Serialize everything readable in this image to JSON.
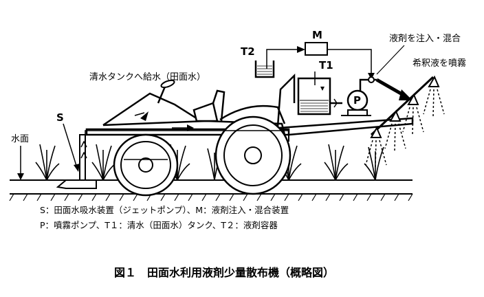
{
  "labels": {
    "m": "M",
    "t2": "T2",
    "t1": "T1",
    "s": "S",
    "p": "P",
    "water_surface": "水面",
    "clean_water_supply": "清水タンクへ給水（田面水）",
    "inject_mix": "液剤を注入・混合",
    "spray_diluted": "希釈液を噴霧"
  },
  "legend": {
    "line1": "S：田面水吸水装置（ジェットポンプ）、M：液剤注入・混合装置",
    "line2": "P：噴霧ポンプ、T１：清水（田面水）タンク、T２：液剤容器"
  },
  "caption": "図１　田面水利用液剤少量散布機（概略図）"
}
